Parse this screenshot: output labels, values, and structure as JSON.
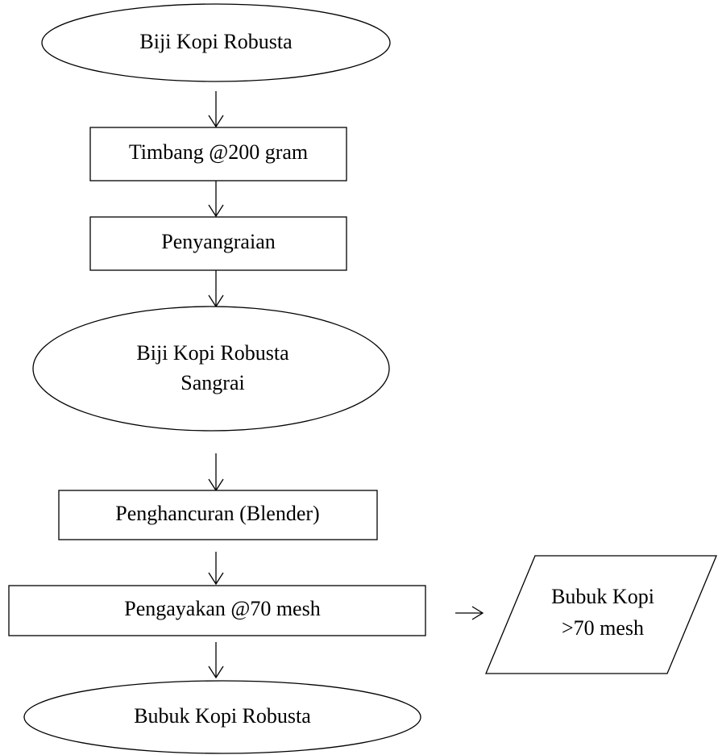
{
  "nodes": {
    "start": {
      "text": "Biji Kopi Robusta"
    },
    "weigh": {
      "text": "Timbang @200 gram"
    },
    "roast": {
      "text": "Penyangraian"
    },
    "roasted": {
      "line1": "Biji Kopi Robusta",
      "line2": "Sangrai"
    },
    "grind": {
      "text": "Penghancuran (Blender)"
    },
    "sieve": {
      "text": "Pengayakan @70 mesh"
    },
    "residue": {
      "line1": "Bubuk Kopi",
      "line2": ">70 mesh"
    },
    "product": {
      "text": "Bubuk Kopi Robusta"
    }
  }
}
